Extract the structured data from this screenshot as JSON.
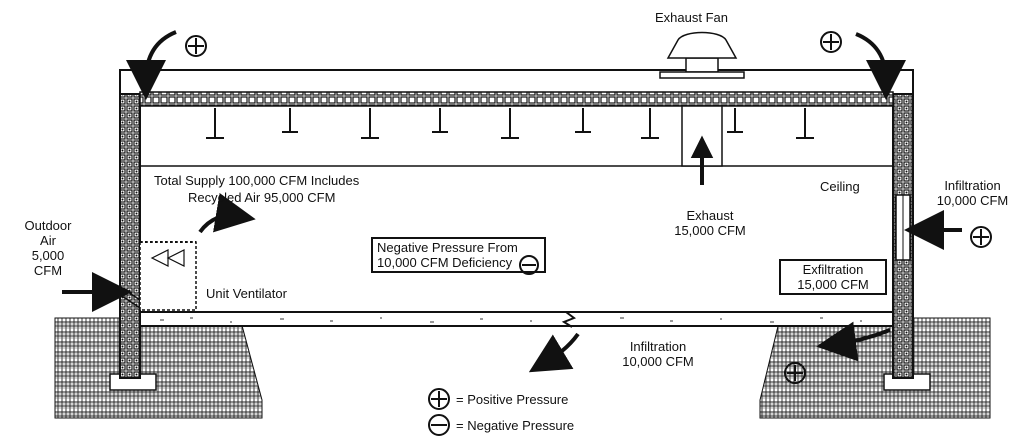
{
  "labels": {
    "exhaust_fan": "Exhaust Fan",
    "outdoor_air": [
      "Outdoor",
      "Air",
      "5,000",
      "CFM"
    ],
    "total_supply": "Total Supply 100,000 CFM Includes",
    "recycled_air": "Recycled Air 95,000 CFM",
    "unit_ventilator": "Unit Ventilator",
    "negative_pressure_box": [
      "Negative Pressure From",
      "10,000 CFM Deficiency"
    ],
    "exhaust": [
      "Exhaust",
      "15,000 CFM"
    ],
    "ceiling": "Ceiling",
    "infiltration_right": [
      "Infiltration",
      "10,000 CFM"
    ],
    "exfiltration_box": [
      "Exfiltration",
      "15,000 CFM"
    ],
    "infiltration_floor": [
      "Infiltration",
      "10,000 CFM"
    ]
  },
  "legend": {
    "positive": "= Positive Pressure",
    "negative": "= Negative Pressure"
  },
  "icons": {
    "positive_symbol": "circled-plus",
    "negative_symbol": "circled-minus"
  }
}
